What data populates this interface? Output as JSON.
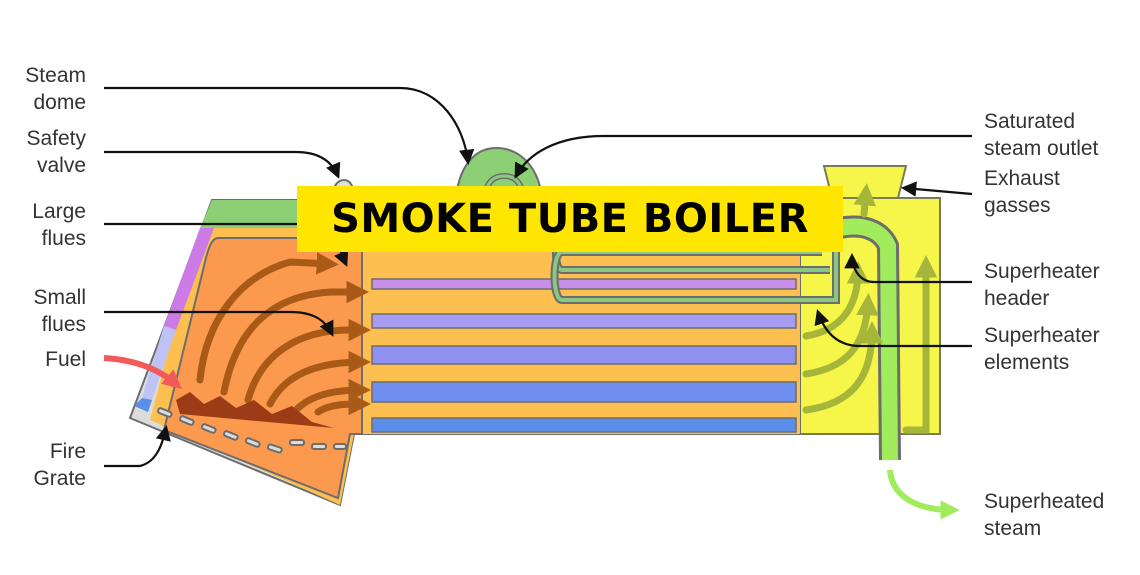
{
  "title": "SMOKE TUBE BOILER",
  "labels": {
    "steam_dome": "Steam\ndome",
    "safety_valve": "Safety\nvalve",
    "large_flues": "Large\nflues",
    "small_flues": "Small\nflues",
    "fuel": "Fuel",
    "fire_grate": "Fire\nGrate",
    "saturated_steam_outlet": "Saturated\nsteam outlet",
    "exhaust_gasses": "Exhaust\ngasses",
    "superheater_header": "Superheater\nheader",
    "superheater_elements": "Superheater\nelements",
    "superheated_steam": "Superheated\nsteam"
  },
  "colors": {
    "firebox": "#fb9a4e",
    "shell": "#fdbf4f",
    "steam_space": "#8ccf74",
    "smokebox": "#f5f54a",
    "large_flue": "#c890e8",
    "small_flue_1": "#a79cf2",
    "small_flue_2": "#8f90f0",
    "small_flue_3": "#6f8ef0",
    "small_flue_4": "#5b8ee8",
    "superheater": "#8ac882",
    "superheated_pipe": "#a0ec5c",
    "arrow_flame": "#a85a16",
    "arrow_smokebox": "#a5b63a",
    "fuel_arrow": "#f25a5a",
    "banner": "#ffe600"
  }
}
